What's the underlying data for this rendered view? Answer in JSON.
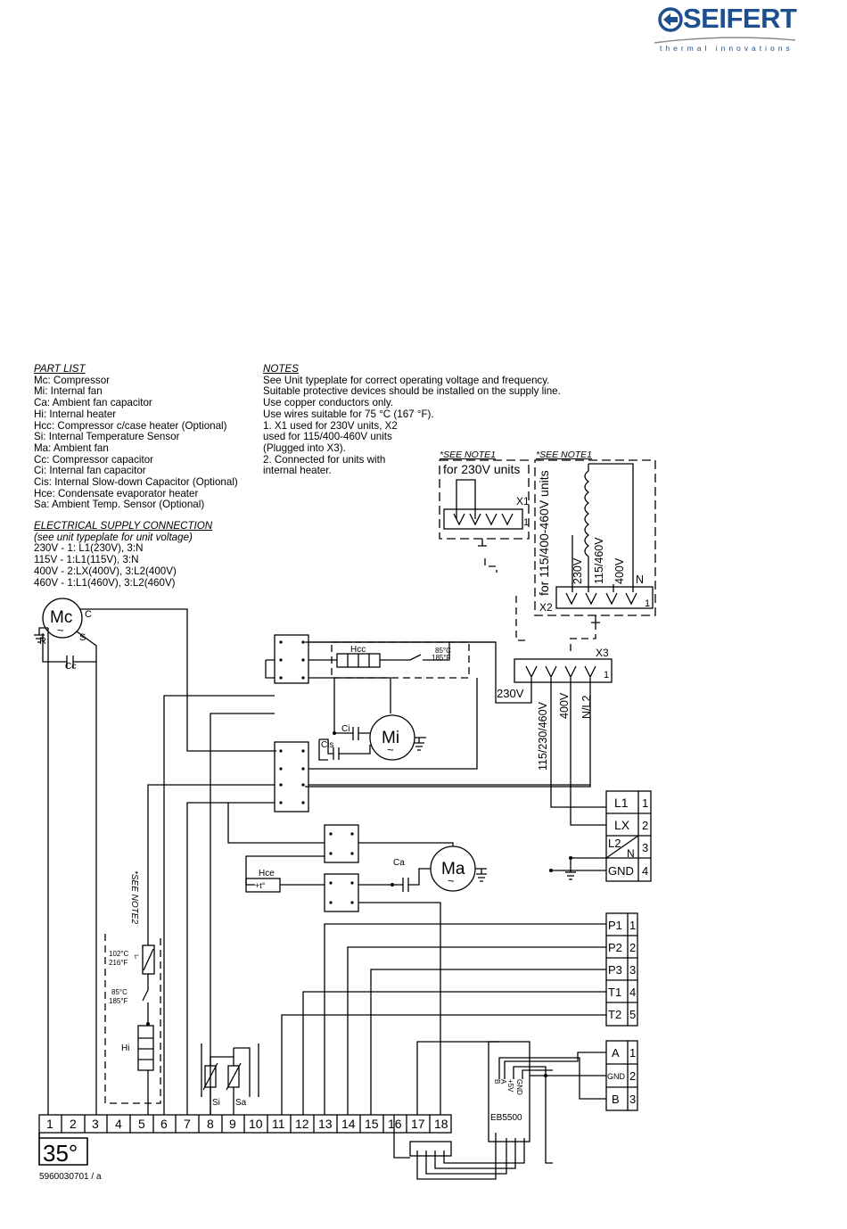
{
  "brand": {
    "name": "SEIFERT",
    "tagline": "thermal innovations",
    "color": "#1d4e8f"
  },
  "part_list": {
    "heading": "PART LIST",
    "items": [
      "Mc: Compressor",
      "Mi: Internal fan",
      "Ca: Ambient fan capacitor",
      "Hi: Internal heater",
      "Hcc: Compressor c/case heater (Optional)",
      "Si: Internal Temperature Sensor",
      "Ma: Ambient fan",
      "Cc: Compressor capacitor",
      "Ci: Internal fan capacitor",
      "Cis: Internal Slow-down Capacitor (Optional)",
      "Hce: Condensate evaporator heater",
      "Sa: Ambient Temp. Sensor (Optional)"
    ]
  },
  "supply": {
    "heading": "ELECTRICAL SUPPLY CONNECTION",
    "subheading": "(see unit typeplate for unit voltage)",
    "items": [
      "230V - 1: L1(230V), 3:N",
      "115V - 1:L1(115V), 3:N",
      "400V - 2:LX(400V), 3:L2(400V)",
      "460V - 1:L1(460V), 3:L2(460V)"
    ]
  },
  "notes": {
    "heading": "NOTES",
    "items": [
      "See Unit typeplate for correct operating voltage and frequency.",
      "Suitable protective devices should be installed on the supply line.",
      "Use copper conductors only.",
      "Use wires suitable for 75 °C (167 °F).",
      "1. X1 used for 230V units, X2",
      "used for 115/400-460V units",
      "(Plugged into X3).",
      "2. Connected for units with",
      "internal heater."
    ]
  },
  "diagram": {
    "see_note1": "*SEE NOTE1",
    "see_note2": "*SEE NOTE2",
    "x1_title": "for 230V units",
    "x1_label": "X1",
    "x2_title": "for 115/400-460V units",
    "x2_label": "X2",
    "x2_taps": [
      "230V",
      "115/460V",
      "400V",
      "N"
    ],
    "x3_label": "X3",
    "pin_one": "1",
    "x3_outputs": [
      "230V",
      "115/230/460V",
      "400V",
      "N/L2"
    ],
    "mc": "Mc",
    "mc_c": "C",
    "mc_r": "R",
    "mc_s": "S",
    "cc": "Cc",
    "hcc": "Hcc",
    "hcc_temp1": "85°C",
    "hcc_temp2": "185°F",
    "mi": "Mi",
    "ci": "Ci",
    "cis": "Cis",
    "ma": "Ma",
    "ca": "Ca",
    "hce": "Hce",
    "hce_symbol": "+t°",
    "hi": "Hi",
    "hi_t1a": "102°C",
    "hi_t1b": "216°F",
    "hi_t1_symbol": "t°",
    "hi_t2a": "85°C",
    "hi_t2b": "185°F",
    "si": "Si",
    "sa": "Sa",
    "motor_tilde": "~",
    "power_terminals": [
      {
        "label": "L1",
        "num": "1"
      },
      {
        "label": "LX",
        "num": "2"
      },
      {
        "label": "L2",
        "label2": "N",
        "num": "3"
      },
      {
        "label": "GND",
        "num": "4"
      }
    ],
    "signal_terminals": [
      {
        "label": "P1",
        "num": "1"
      },
      {
        "label": "P2",
        "num": "2"
      },
      {
        "label": "P3",
        "num": "3"
      },
      {
        "label": "T1",
        "num": "4"
      },
      {
        "label": "T2",
        "num": "5"
      }
    ],
    "bus_terminals": [
      {
        "label": "A",
        "num": "1"
      },
      {
        "label": "GND",
        "num": "2"
      },
      {
        "label": "B",
        "num": "3"
      }
    ],
    "eb_label": "EB5500",
    "eb_pins": [
      "B",
      "A",
      "+5V",
      "GND"
    ],
    "main_terminals": [
      "1",
      "2",
      "3",
      "4",
      "5",
      "6",
      "7",
      "8",
      "9",
      "10",
      "11",
      "12",
      "13",
      "14",
      "15",
      "16",
      "17",
      "18"
    ],
    "temperature": "35°",
    "doc_number": "5960030701 / a"
  }
}
